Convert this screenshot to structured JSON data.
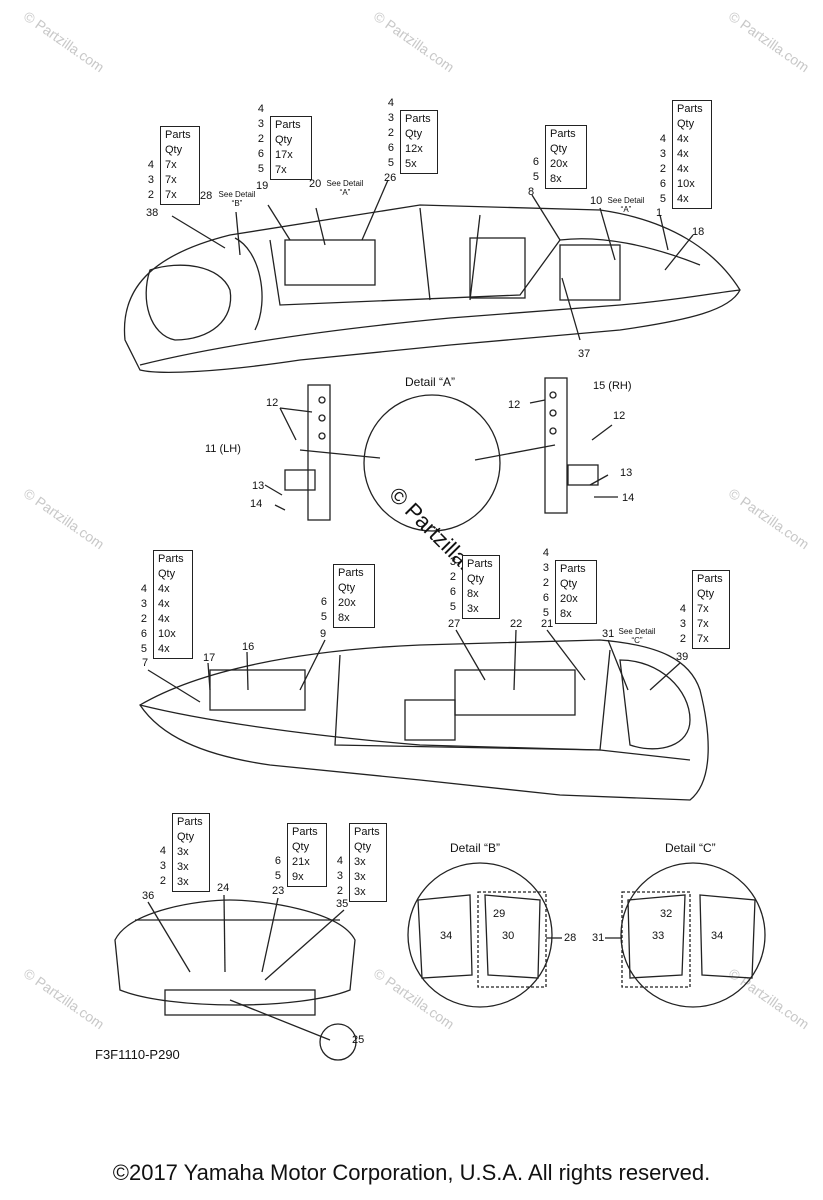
{
  "watermark": "© Partzilla.com",
  "diagram_code": "F3F1110-P290",
  "copyright": "©2017  Yamaha Motor Corporation, U.S.A. All rights reserved.",
  "detail_titles": {
    "a": "Detail “A”",
    "b": "Detail “B”",
    "c": "Detail “C”"
  },
  "see_detail": {
    "b": "See Detail\n“B”",
    "a": "See Detail\n“A”",
    "c": "See Detail\n“C”"
  },
  "table_header": {
    "parts": "Parts",
    "qty": "Qty"
  },
  "tables": {
    "t1": {
      "keys": [
        "4",
        "3",
        "2"
      ],
      "qty": [
        "7x",
        "7x",
        "7x"
      ]
    },
    "t2": {
      "keys": [
        "4",
        "3",
        "2",
        "6",
        "5"
      ],
      "qty": [
        "17x",
        "7x"
      ]
    },
    "t3": {
      "keys": [
        "4",
        "3",
        "2",
        "6",
        "5"
      ],
      "qty": [
        "12x",
        "5x"
      ]
    },
    "t4": {
      "keys": [
        "6",
        "5"
      ],
      "qty": [
        "20x",
        "8x"
      ]
    },
    "t5": {
      "keys": [
        "4",
        "3",
        "2",
        "6",
        "5"
      ],
      "qty": [
        "4x",
        "4x",
        "4x",
        "10x",
        "4x"
      ]
    },
    "t6": {
      "keys": [
        "4",
        "3",
        "2",
        "6",
        "5"
      ],
      "qty": [
        "4x",
        "4x",
        "4x",
        "10x",
        "4x"
      ]
    },
    "t7": {
      "keys": [
        "6",
        "5"
      ],
      "qty": [
        "20x",
        "8x"
      ]
    },
    "t8": {
      "keys": [
        "3",
        "2",
        "6",
        "5"
      ],
      "qty": [
        "8x",
        "3x"
      ]
    },
    "t9": {
      "keys": [
        "4",
        "3",
        "2",
        "6",
        "5"
      ],
      "qty": [
        "20x",
        "8x"
      ]
    },
    "t10": {
      "keys": [
        "4",
        "3",
        "2"
      ],
      "qty": [
        "7x",
        "7x",
        "7x"
      ]
    },
    "t11": {
      "keys": [
        "4",
        "3",
        "2"
      ],
      "qty": [
        "3x",
        "3x",
        "3x"
      ]
    },
    "t12": {
      "keys": [
        "6",
        "5"
      ],
      "qty": [
        "21x",
        "9x"
      ]
    },
    "t13": {
      "keys": [
        "4",
        "3",
        "2"
      ],
      "qty": [
        "3x",
        "3x",
        "3x"
      ]
    }
  },
  "callouts": {
    "c38": "38",
    "c28": "28",
    "c19": "19",
    "c20": "20",
    "c26": "26",
    "c8": "8",
    "c10": "10",
    "c1": "1",
    "c18": "18",
    "c37": "37",
    "c12a": "12",
    "c11": "11 (LH)",
    "c13a": "13",
    "c14a": "14",
    "c12b": "12",
    "c15": "15 (RH)",
    "c12c": "12",
    "c13b": "13",
    "c14b": "14",
    "c7": "7",
    "c17": "17",
    "c16": "16",
    "c9": "9",
    "c27": "27",
    "c22": "22",
    "c21": "21",
    "c31": "31",
    "c39": "39",
    "c36": "36",
    "c24": "24",
    "c23": "23",
    "c35": "35",
    "c25": "25",
    "c29": "29",
    "c30": "30",
    "c34a": "34",
    "c28b": "28",
    "c32": "32",
    "c33": "33",
    "c34b": "34",
    "c31b": "31"
  }
}
